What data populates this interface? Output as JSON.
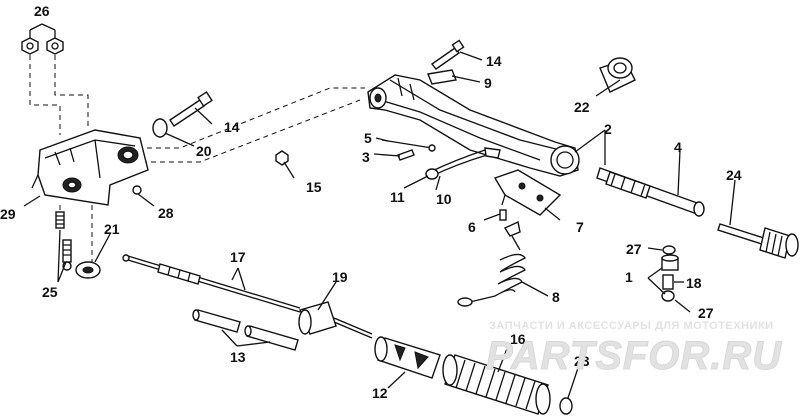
{
  "watermark": {
    "subtitle": "ЗАПЧАСТИ И АКСЕССУАРЫ ДЛЯ МОТОТЕХНИКИ",
    "logo": "PARTSFOR.RU",
    "color": "#e2e2e2"
  },
  "callouts": [
    {
      "id": "c26",
      "text": "26"
    },
    {
      "id": "c14a",
      "text": "14"
    },
    {
      "id": "c9",
      "text": "9"
    },
    {
      "id": "c22",
      "text": "22"
    },
    {
      "id": "c14b",
      "text": "14"
    },
    {
      "id": "c2",
      "text": "2"
    },
    {
      "id": "c5",
      "text": "5"
    },
    {
      "id": "c3",
      "text": "3"
    },
    {
      "id": "c20",
      "text": "20"
    },
    {
      "id": "c4",
      "text": "4"
    },
    {
      "id": "c15",
      "text": "15"
    },
    {
      "id": "c24",
      "text": "24"
    },
    {
      "id": "c11",
      "text": "11"
    },
    {
      "id": "c10",
      "text": "10"
    },
    {
      "id": "c29",
      "text": "29"
    },
    {
      "id": "c28",
      "text": "28"
    },
    {
      "id": "c6",
      "text": "6"
    },
    {
      "id": "c7",
      "text": "7"
    },
    {
      "id": "c21",
      "text": "21"
    },
    {
      "id": "c27a",
      "text": "27"
    },
    {
      "id": "c17",
      "text": "17"
    },
    {
      "id": "c1",
      "text": "1"
    },
    {
      "id": "c18",
      "text": "18"
    },
    {
      "id": "c19",
      "text": "19"
    },
    {
      "id": "c25",
      "text": "25"
    },
    {
      "id": "c8",
      "text": "8"
    },
    {
      "id": "c27b",
      "text": "27"
    },
    {
      "id": "c13",
      "text": "13"
    },
    {
      "id": "c16",
      "text": "16"
    },
    {
      "id": "c12",
      "text": "12"
    },
    {
      "id": "c23",
      "text": "23"
    }
  ]
}
